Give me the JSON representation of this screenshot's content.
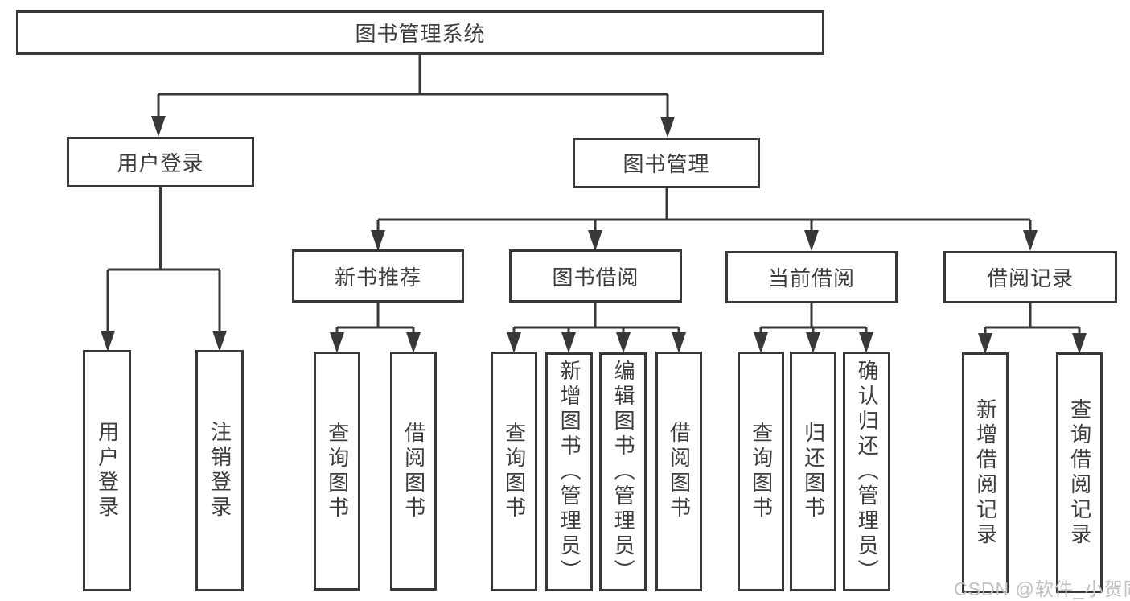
{
  "diagram": {
    "type": "tree",
    "root": {
      "label": "图书管理系统"
    },
    "branches": [
      {
        "label": "用户登录"
      },
      {
        "label": "图书管理"
      }
    ],
    "modules": [
      {
        "parent": "图书管理",
        "label": "新书推荐"
      },
      {
        "parent": "图书管理",
        "label": "图书借阅"
      },
      {
        "parent": "图书管理",
        "label": "当前借阅"
      },
      {
        "parent": "图书管理",
        "label": "借阅记录"
      }
    ],
    "leaves": [
      {
        "parent": "用户登录",
        "label": "用户登录"
      },
      {
        "parent": "用户登录",
        "label": "注销登录"
      },
      {
        "parent": "新书推荐",
        "label": "查询图书"
      },
      {
        "parent": "新书推荐",
        "label": "借阅图书"
      },
      {
        "parent": "图书借阅",
        "label": "查询图书"
      },
      {
        "parent": "图书借阅",
        "label": "新增图书（管理员）"
      },
      {
        "parent": "图书借阅",
        "label": "编辑图书（管理员）"
      },
      {
        "parent": "图书借阅",
        "label": "借阅图书"
      },
      {
        "parent": "当前借阅",
        "label": "查询图书"
      },
      {
        "parent": "当前借阅",
        "label": "归还图书"
      },
      {
        "parent": "当前借阅",
        "label": "确认归还（管理员）"
      },
      {
        "parent": "借阅记录",
        "label": "新增借阅记录"
      },
      {
        "parent": "借阅记录",
        "label": "查询借阅记录"
      }
    ]
  },
  "watermark": "CSDN @软件_小贺同学",
  "colors": {
    "line": "#383838",
    "text": "#3c3c3c",
    "background": "#ffffff",
    "watermark": "#c3bfbf"
  }
}
